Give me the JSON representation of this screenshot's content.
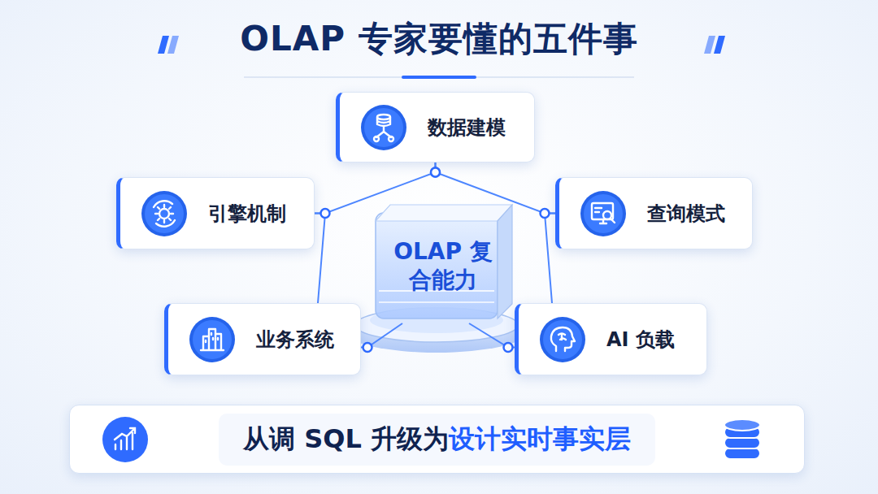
{
  "diagram": {
    "title": "OLAP 专家要懂的五件事",
    "nodes": [
      {
        "text": [
          "数据建模"
        ]
      },
      {
        "text": [
          "引擎机制"
        ]
      },
      {
        "text": [
          "查询模式"
        ]
      },
      {
        "text": [
          "OLAP 复合能力"
        ]
      },
      {
        "text": [
          "业务系统"
        ]
      },
      {
        "text": [
          "AI 负载"
        ]
      },
      {
        "text": [
          "从调 SQL 升级为",
          "设计实时事实层"
        ]
      }
    ],
    "edges": [
      {
        "from": 0,
        "to": 1,
        "arrow": "none"
      },
      {
        "from": 0,
        "to": 2,
        "arrow": "none"
      },
      {
        "from": 1,
        "to": 4,
        "arrow": "none"
      },
      {
        "from": 2,
        "to": 5,
        "arrow": "none"
      },
      {
        "from": 4,
        "to": 3,
        "arrow": "none"
      },
      {
        "from": 5,
        "to": 3,
        "arrow": "none"
      }
    ]
  }
}
